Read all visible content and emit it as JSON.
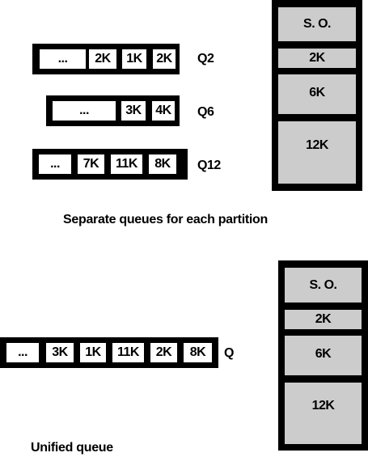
{
  "separate": {
    "queues": [
      {
        "label": "Q2",
        "items": [
          "...",
          "2K",
          "1K",
          "2K"
        ]
      },
      {
        "label": "Q6",
        "items": [
          "...",
          "3K",
          "4K"
        ]
      },
      {
        "label": "Q12",
        "items": [
          "...",
          "7K",
          "11K",
          "8K"
        ]
      }
    ],
    "memory": [
      "S. O.",
      "2K",
      "6K",
      "12K"
    ],
    "caption": "Separate queues for each partition"
  },
  "unified": {
    "queue": {
      "label": "Q",
      "items": [
        "...",
        "3K",
        "1K",
        "11K",
        "2K",
        "8K"
      ]
    },
    "memory": [
      "S. O.",
      "2K",
      "6K",
      "12K"
    ],
    "caption": "Unified queue"
  },
  "colors": {
    "border": "#000000",
    "partition_fill": "#cccccc",
    "cell_fill": "#ffffff"
  }
}
